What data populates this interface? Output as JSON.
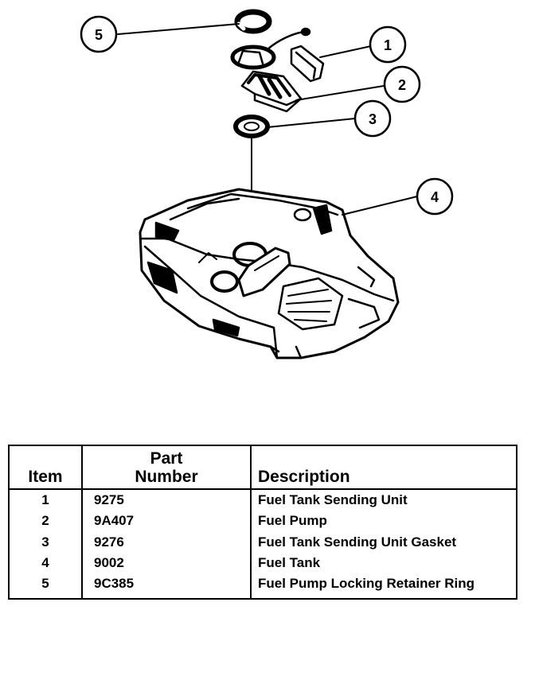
{
  "callouts": [
    "1",
    "2",
    "3",
    "4",
    "5"
  ],
  "table": {
    "headers": {
      "item": "Item",
      "part_number_line1": "Part",
      "part_number_line2": "Number",
      "description": "Description"
    },
    "rows": [
      {
        "item": "1",
        "part_number": "9275",
        "description": "Fuel Tank Sending Unit"
      },
      {
        "item": "2",
        "part_number": "9A407",
        "description": "Fuel Pump"
      },
      {
        "item": "3",
        "part_number": "9276",
        "description": "Fuel Tank Sending Unit Gasket"
      },
      {
        "item": "4",
        "part_number": "9002",
        "description": "Fuel Tank"
      },
      {
        "item": "5",
        "part_number": "9C385",
        "description": "Fuel Pump Locking Retainer Ring"
      }
    ]
  }
}
